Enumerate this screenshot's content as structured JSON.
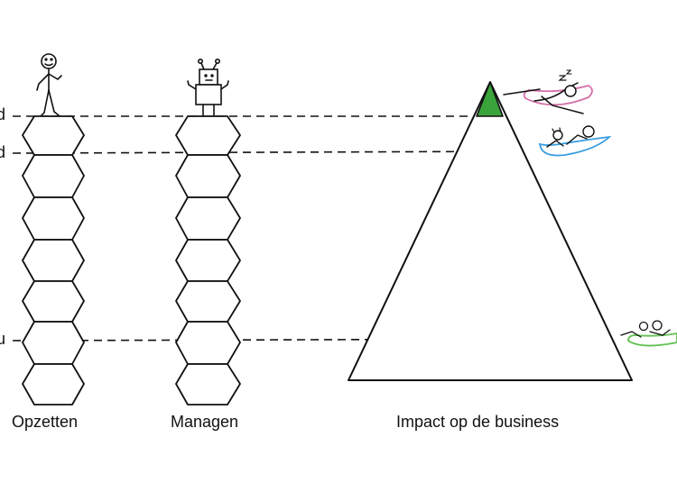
{
  "captions": {
    "setup": "Opzetten",
    "manage": "Managen",
    "impact": "Impact op de business"
  },
  "edge_labels": [
    "d",
    "d",
    "u"
  ],
  "colors": {
    "stroke": "#111111",
    "peak_fill": "#3aa33a",
    "boat_top": "#d46fa8",
    "boat_middle": "#3a9ee0",
    "boat_bottom": "#5fc04f"
  },
  "icons": [
    "stick-figure-icon",
    "robot-icon",
    "sleeping-person-boat-icon",
    "people-boat-icon",
    "people-boat-icon"
  ]
}
